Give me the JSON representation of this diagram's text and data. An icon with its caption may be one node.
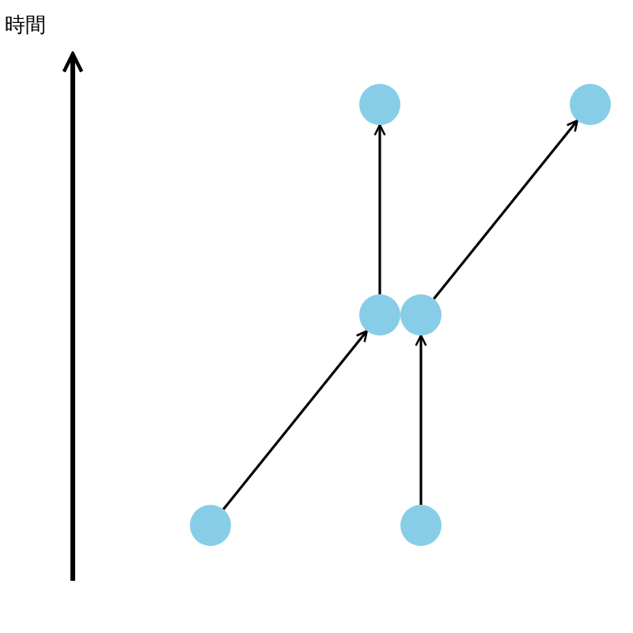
{
  "diagram": {
    "nodes": [
      {
        "text": [],
        "shape": "circle"
      },
      {
        "text": [],
        "shape": "circle"
      },
      {
        "text": [],
        "shape": "circle"
      },
      {
        "text": [],
        "shape": "circle"
      },
      {
        "text": [],
        "shape": "circle"
      },
      {
        "text": [],
        "shape": "circle"
      }
    ],
    "edges": [
      {
        "from": 4,
        "to": 2,
        "arrow": "to"
      },
      {
        "from": 2,
        "to": 0,
        "arrow": "to"
      },
      {
        "from": 5,
        "to": 3,
        "arrow": "to"
      },
      {
        "from": 3,
        "to": 1,
        "arrow": "to"
      }
    ],
    "labels": [
      "時間"
    ]
  }
}
